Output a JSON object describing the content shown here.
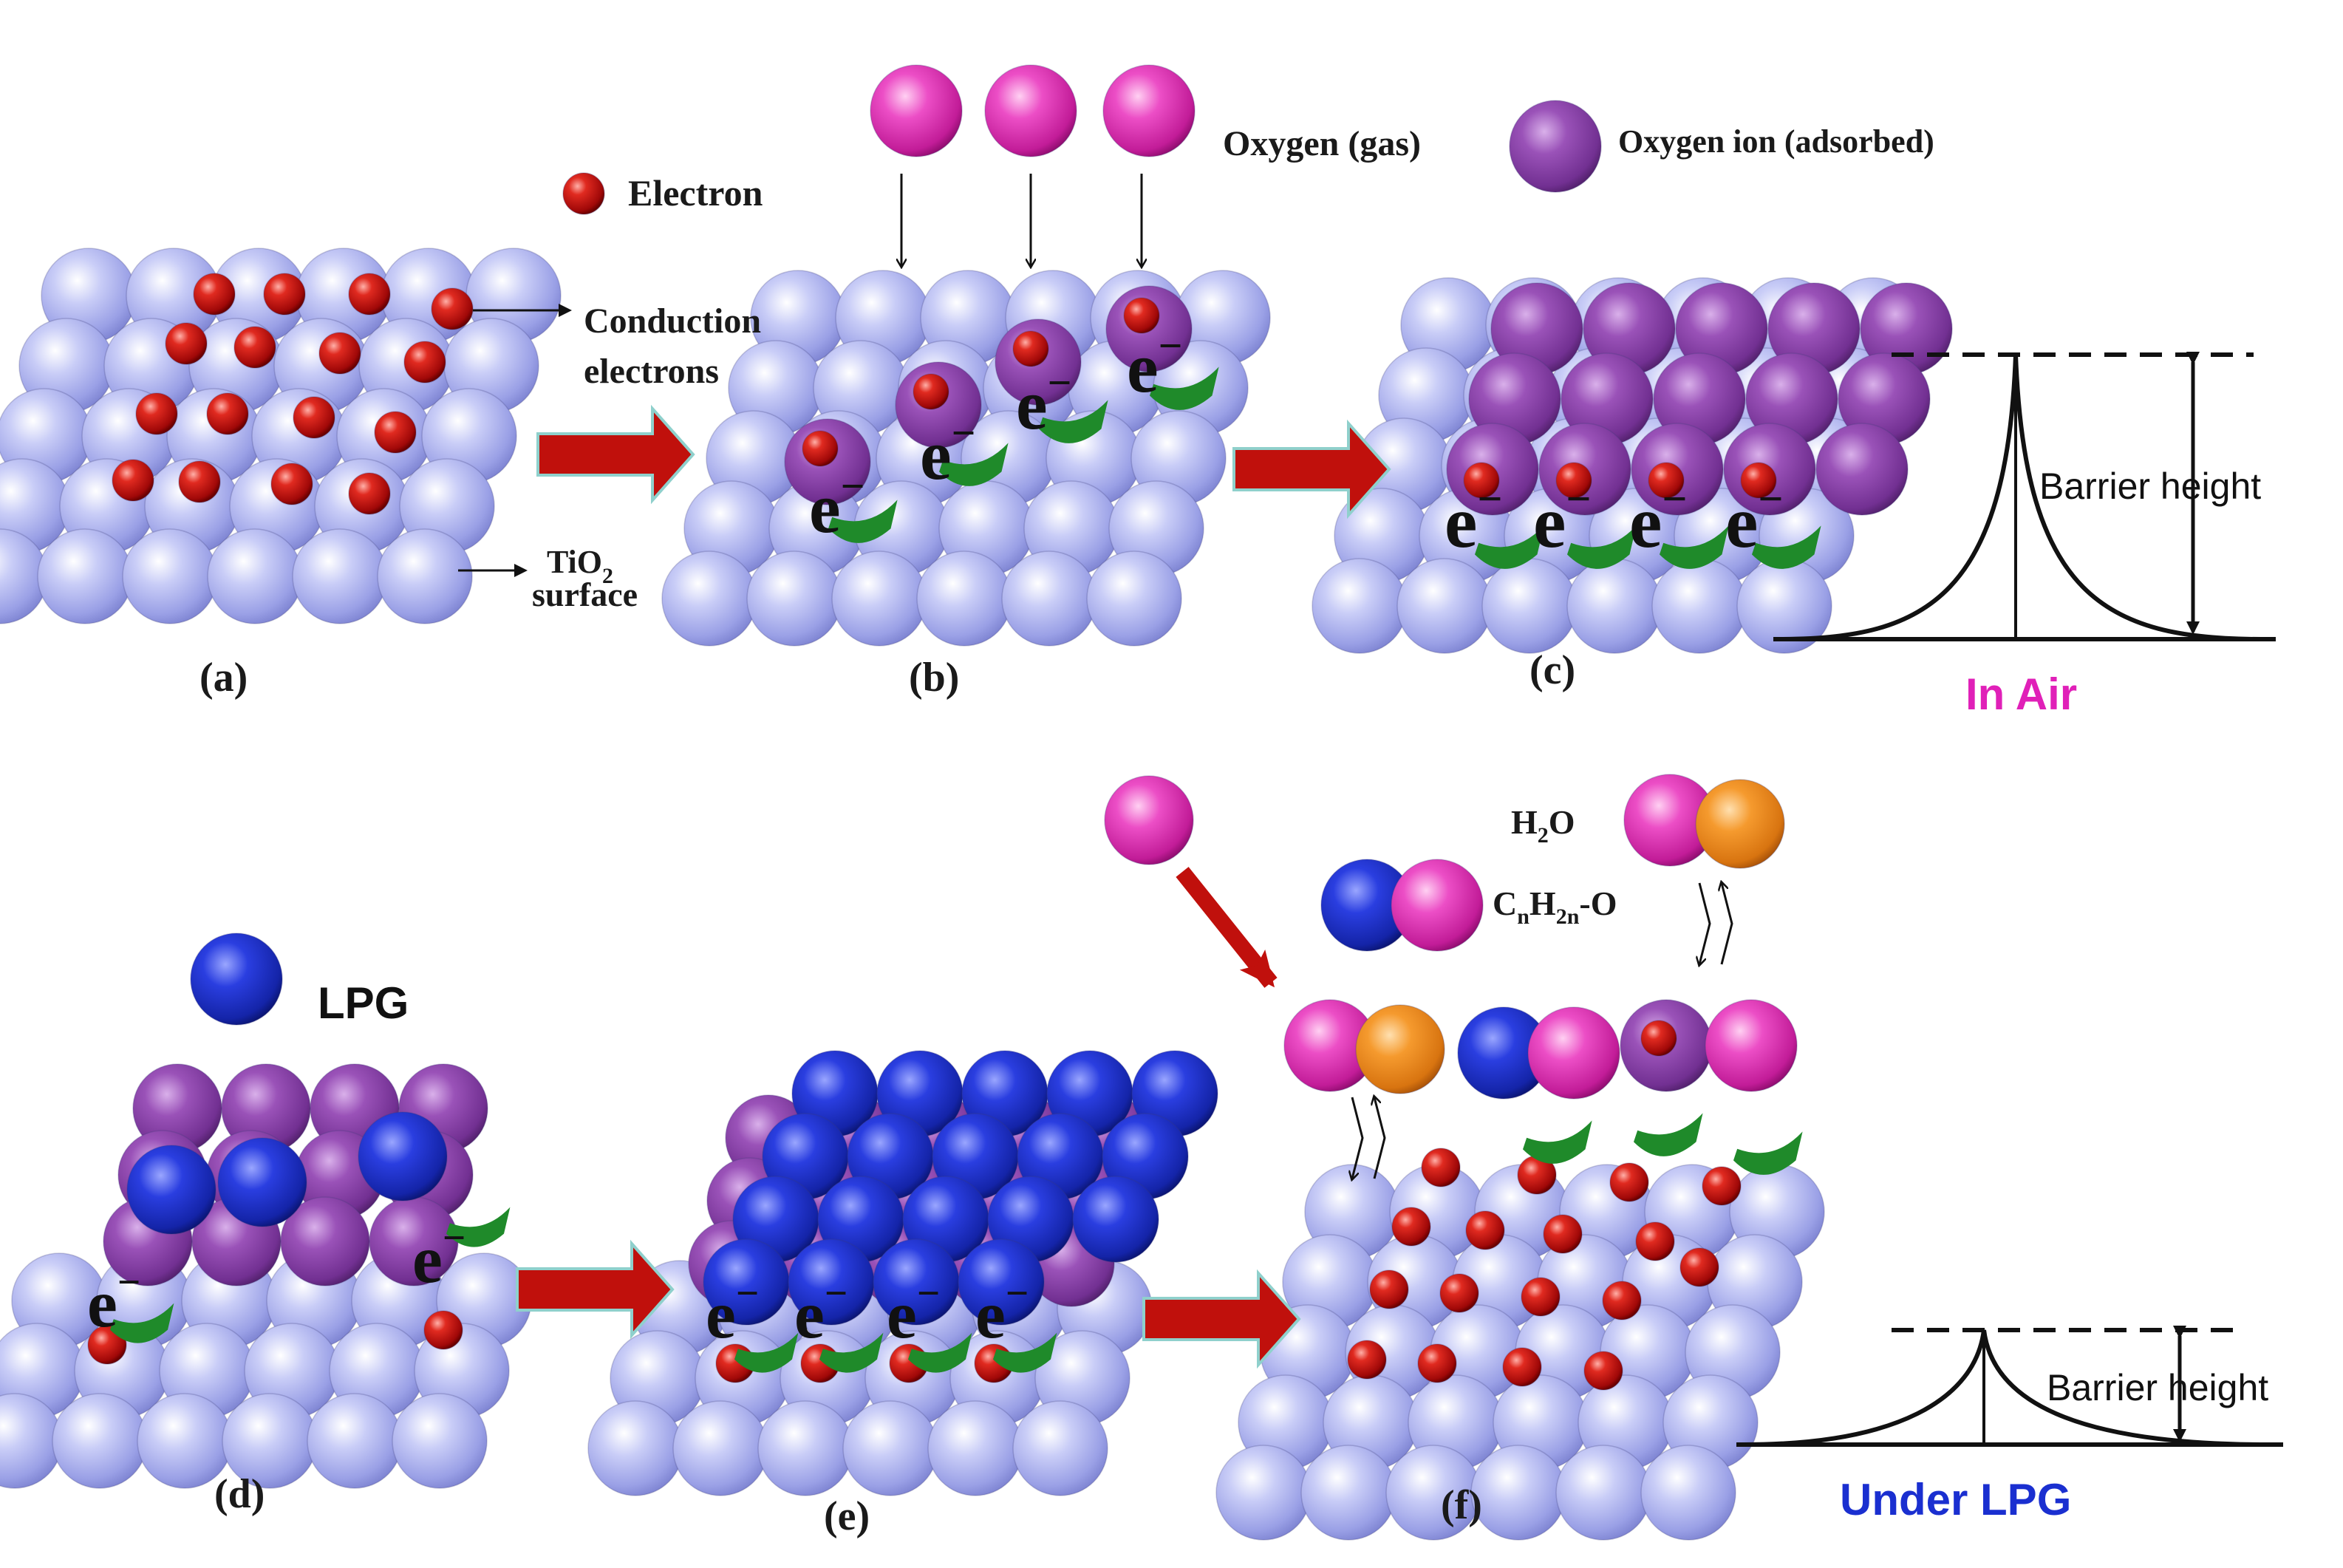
{
  "legend": {
    "electron": "Electron",
    "oxygen_gas": "Oxygen (gas)",
    "oxygen_ion": "Oxygen ion (adsorbed)",
    "lpg": "LPG"
  },
  "annotations": {
    "conduction_line1": "Conduction",
    "conduction_line2": "electrons",
    "tio2_main": "TiO",
    "tio2_sub": "2",
    "surface": "surface",
    "barrier_top": "Barrier height",
    "barrier_bottom": "Barrier height",
    "in_air": "In Air",
    "under_lpg": "Under LPG",
    "h2o_h": "H",
    "h2o_sub": "2",
    "h2o_o": "O",
    "cnh_c": "C",
    "cnh_n": "n",
    "cnh_h": "H",
    "cnh_2n": "2n",
    "cnh_o": "-O",
    "electron_symbol": "e"
  },
  "panels": {
    "a": "(a)",
    "b": "(b)",
    "c": "(c)",
    "d": "(d)",
    "e": "(e)",
    "f": "(f)"
  },
  "colors": {
    "tio2": "#aeb4f0",
    "electron": "#cc1111",
    "oxygen_gas": "#e03ab8",
    "oxygen_ion": "#8a3fa8",
    "lpg": "#1a2fc0",
    "hydrogen": "#f08a20",
    "arrow": "#c0100c",
    "curl": "#1f8a2a",
    "in_air": "#e020b8",
    "under_lpg": "#1a2fd0"
  }
}
